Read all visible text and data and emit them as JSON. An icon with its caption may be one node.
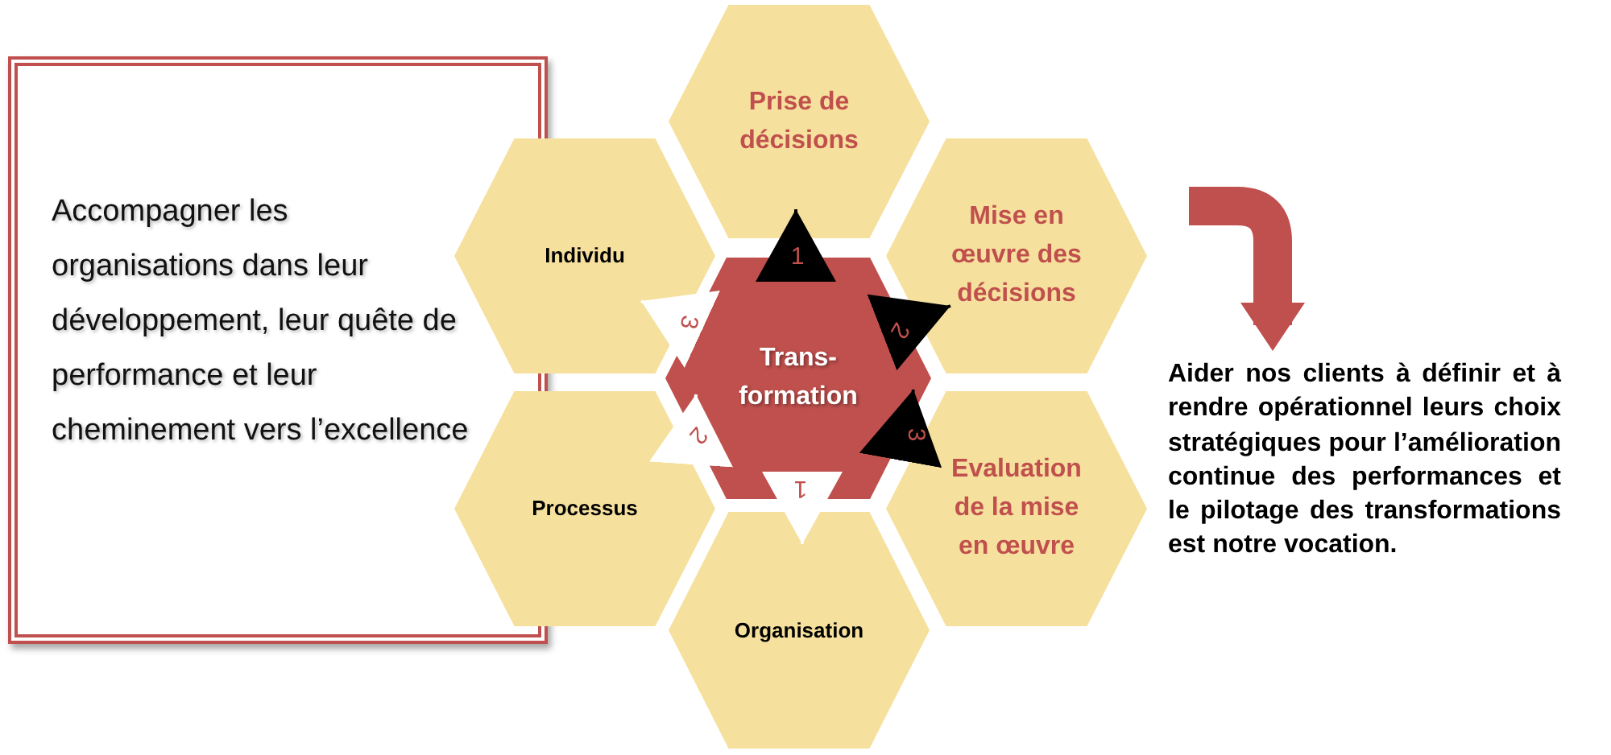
{
  "diagram": {
    "nodes": [
      {
        "text": [
          "Accompagner les organisations dans leur développement, leur quête de performance et leur cheminement vers l’excellence"
        ]
      },
      {
        "text": [
          "Prise de décisions"
        ]
      },
      {
        "text": [
          "Individu"
        ]
      },
      {
        "text": [
          "Mise en œuvre des décisions"
        ]
      },
      {
        "text": [
          "Trans- formation"
        ]
      },
      {
        "text": [
          "Processus"
        ]
      },
      {
        "text": [
          "Evaluation de la mise en œuvre"
        ]
      },
      {
        "text": [
          "Organisation"
        ]
      },
      {
        "text": [
          "Aider nos clients à définir et à rendre opérationnel leurs choix stratégiques pour l’amélioration continue des performances et le pilotage des transformations est notre vocation."
        ]
      }
    ],
    "edges": [
      {
        "from": 4,
        "to": 1,
        "arrow": "to",
        "label": "1"
      },
      {
        "from": 4,
        "to": 3,
        "arrow": "to",
        "label": "2"
      },
      {
        "from": 6,
        "to": 4,
        "arrow": "to",
        "label": "3"
      },
      {
        "from": 4,
        "to": 7,
        "arrow": "to",
        "label": "1",
        "color": "#ffffff"
      },
      {
        "from": 5,
        "to": 4,
        "arrow": "to",
        "label": "2",
        "color": "#ffffff"
      },
      {
        "from": 4,
        "to": 2,
        "arrow": "to",
        "label": "3",
        "color": "#ffffff"
      },
      {
        "from": null,
        "to": 8,
        "arrow": "to",
        "style": "thick",
        "color": "#c0504d"
      }
    ]
  }
}
